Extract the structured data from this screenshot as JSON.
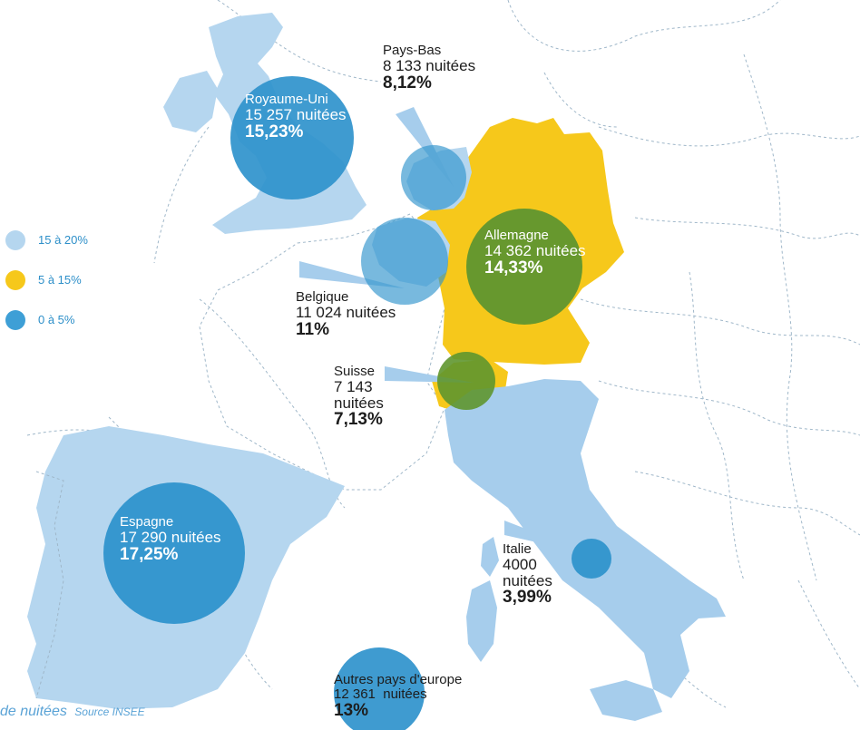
{
  "colors": {
    "band_15_20": "#b5d6ef",
    "band_5_15": "#f6c81b",
    "band_0_5": "#3e9fd6",
    "circle": "#2f93cc",
    "circle_on_yellow": "#5f962f",
    "italy_fill": "#a6cdec"
  },
  "legend": [
    {
      "label": "15 à 20%",
      "color": "#b5d6ef"
    },
    {
      "label": "5 à 15%",
      "color": "#f6c81b"
    },
    {
      "label": "0 à 5%",
      "color": "#3e9fd6"
    }
  ],
  "countries": {
    "royaume_uni": {
      "name": "Royaume-Uni",
      "nights": "15 257 nuitées",
      "pct": "15,23%"
    },
    "pays_bas": {
      "name": "Pays-Bas",
      "nights": "8 133 nuitées",
      "pct": "8,12%"
    },
    "allemagne": {
      "name": "Allemagne",
      "nights": "14 362 nuitées",
      "pct": "14,33%"
    },
    "belgique": {
      "name": "Belgique",
      "nights": "11 024 nuitées",
      "pct": "11%"
    },
    "suisse": {
      "name": "Suisse",
      "nights_num": "7 143",
      "nights_word": "nuitées",
      "pct": "7,13%"
    },
    "espagne": {
      "name": "Espagne",
      "nights": "17 290 nuitées",
      "pct": "17,25%"
    },
    "italie": {
      "name": "Italie",
      "nights_num": "4000",
      "nights_word": "nuitées",
      "pct": "3,99%"
    },
    "autres": {
      "name": "Autres pays d'europe",
      "nights_num": "12 361",
      "nights_word": "nuitées",
      "pct": "13%"
    }
  },
  "footer": {
    "text": "de nuitées",
    "source": "Source INSEE"
  }
}
